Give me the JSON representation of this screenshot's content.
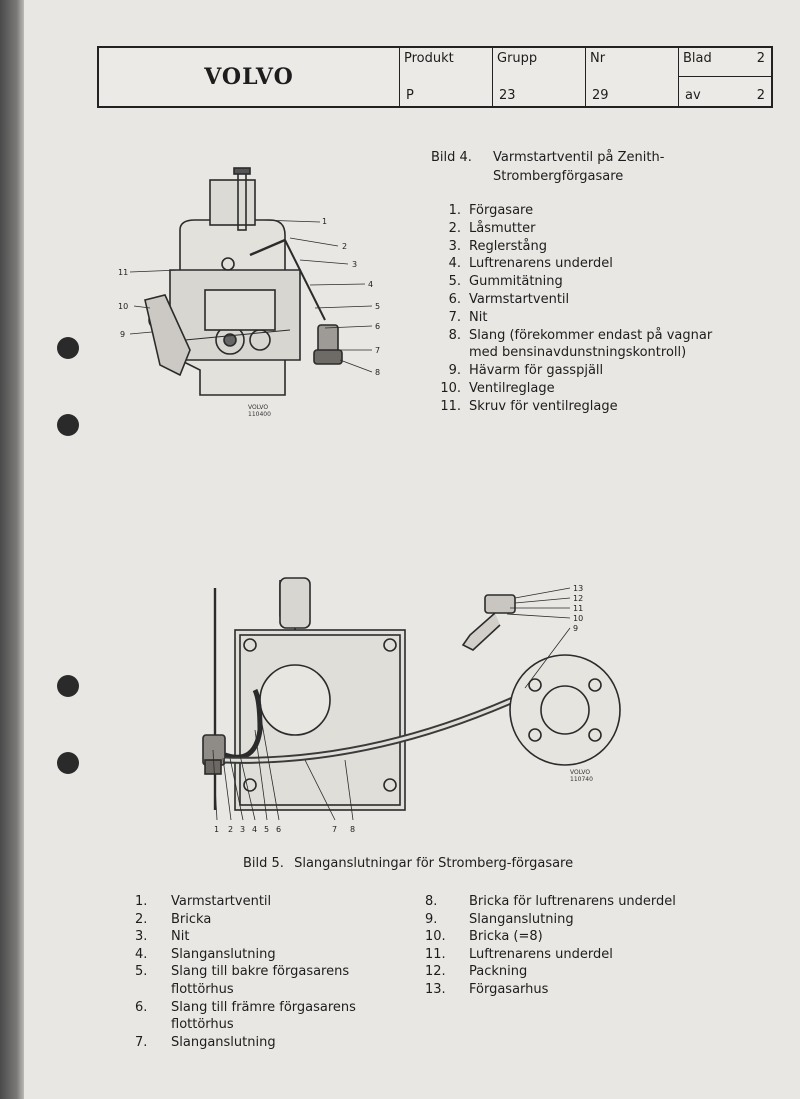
{
  "header": {
    "brand": "VOLVO",
    "produkt_label": "Produkt",
    "produkt_value": "P",
    "grupp_label": "Grupp",
    "grupp_value": "23",
    "nr_label": "Nr",
    "nr_value": "29",
    "blad_label": "Blad",
    "blad_value": "2",
    "av_label": "av",
    "av_value": "2"
  },
  "figure4": {
    "label": "Bild 4.",
    "title_line1": "Varmstartventil på Zenith-",
    "title_line2": "Strombergförgasare",
    "logo": "VOLVO",
    "logo_code": "110400",
    "items": [
      {
        "n": "1.",
        "t": "Förgasare"
      },
      {
        "n": "2.",
        "t": "Låsmutter"
      },
      {
        "n": "3.",
        "t": "Reglerstång"
      },
      {
        "n": "4.",
        "t": "Luftrenarens underdel"
      },
      {
        "n": "5.",
        "t": "Gummitätning"
      },
      {
        "n": "6.",
        "t": "Varmstartventil"
      },
      {
        "n": "7.",
        "t": "Nit"
      },
      {
        "n": "8.",
        "t": "Slang (förekommer endast på vagnar"
      },
      {
        "n": "",
        "t": "med bensinavdunstningskontroll)"
      },
      {
        "n": "9.",
        "t": "Hävarm för gasspjäll"
      },
      {
        "n": "10.",
        "t": "Ventilreglage"
      },
      {
        "n": "11.",
        "t": "Skruv för ventilreglage"
      }
    ],
    "callouts": [
      "1",
      "2",
      "3",
      "4",
      "5",
      "6",
      "7",
      "8",
      "9",
      "10",
      "11"
    ]
  },
  "figure5": {
    "label": "Bild 5.",
    "title": "Slanganslutningar för Stromberg-förgasare",
    "logo": "VOLVO",
    "logo_code": "110740",
    "callouts_bottom": [
      "1",
      "2",
      "3",
      "4",
      "5",
      "6",
      "7",
      "8"
    ],
    "callouts_top": [
      "13",
      "12",
      "11",
      "10",
      "9"
    ],
    "items_left": [
      {
        "n": "1.",
        "t": "Varmstartventil"
      },
      {
        "n": "2.",
        "t": "Bricka"
      },
      {
        "n": "3.",
        "t": "Nit"
      },
      {
        "n": "4.",
        "t": "Slanganslutning"
      },
      {
        "n": "5.",
        "t": "Slang till bakre förgasarens"
      },
      {
        "n": "",
        "t": "flottörhus"
      },
      {
        "n": "6.",
        "t": "Slang till främre förgasarens"
      },
      {
        "n": "",
        "t": "flottörhus"
      },
      {
        "n": "7.",
        "t": "Slanganslutning"
      }
    ],
    "items_right": [
      {
        "n": "8.",
        "t": "Bricka för luftrenarens underdel"
      },
      {
        "n": "9.",
        "t": "Slanganslutning"
      },
      {
        "n": "10.",
        "t": "Bricka (=8)"
      },
      {
        "n": "11.",
        "t": "Luftrenarens underdel"
      },
      {
        "n": "12.",
        "t": "Packning"
      },
      {
        "n": "13.",
        "t": "Förgasarhus"
      }
    ]
  }
}
